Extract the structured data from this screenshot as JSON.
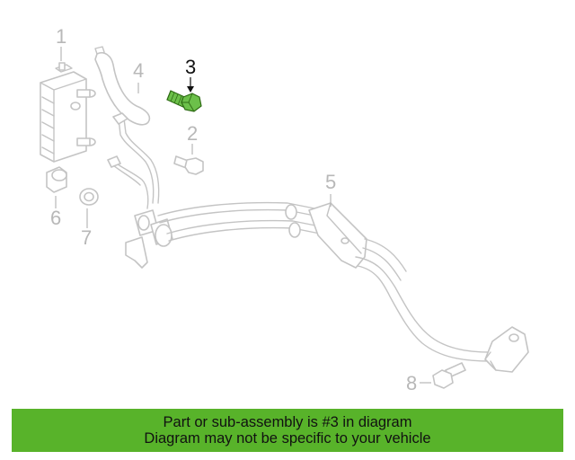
{
  "diagram": {
    "callouts": {
      "c1": "1",
      "c2": "2",
      "c3": "3",
      "c4": "4",
      "c5": "5",
      "c6": "6",
      "c7": "7",
      "c8": "8"
    },
    "highlight_color": "#6cc04a",
    "muted_color": "#c4c4c4"
  },
  "banner": {
    "line1": "Part or sub-assembly is #3 in diagram",
    "line2": "Diagram may not be specific to your vehicle",
    "color": "#58b32a"
  }
}
